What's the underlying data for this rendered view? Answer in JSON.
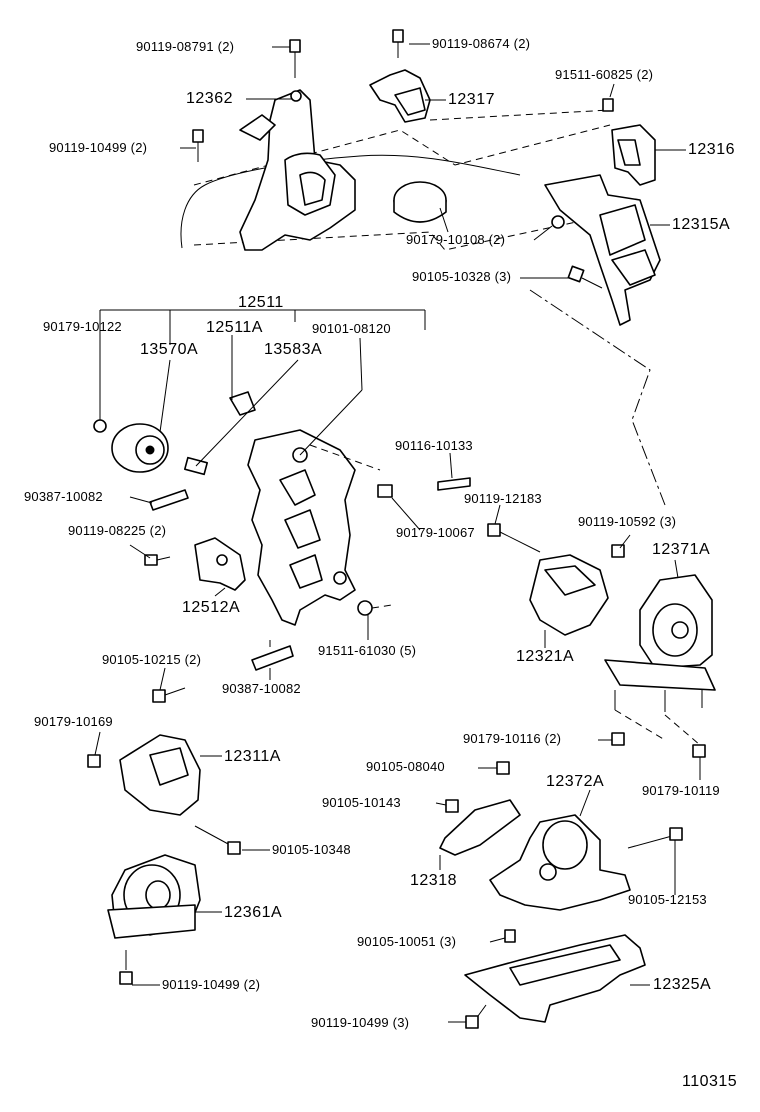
{
  "diagram": {
    "reference_code": "110315",
    "labels": {
      "p90119_08791": "90119-08791 (2)",
      "p90119_08674": "90119-08674 (2)",
      "p91511_60825": "91511-60825 (2)",
      "p12362": "12362",
      "p12317": "12317",
      "p90119_10499a": "90119-10499 (2)",
      "p12316": "12316",
      "p12315A": "12315A",
      "p90179_10108": "90179-10108 (2)",
      "p90105_10328": "90105-10328 (3)",
      "p12511": "12511",
      "p90179_10122": "90179-10122",
      "p12511A": "12511A",
      "p90101_08120": "90101-08120",
      "p13570A": "13570A",
      "p13583A": "13583A",
      "p90116_10133": "90116-10133",
      "p90387_10082a": "90387-10082",
      "p90179_10067": "90179-10067",
      "p90119_12183": "90119-12183",
      "p90119_08225": "90119-08225 (2)",
      "p90119_10592": "90119-10592 (3)",
      "p12371A": "12371A",
      "p12512A": "12512A",
      "p91511_61030": "91511-61030 (5)",
      "p12321A": "12321A",
      "p90105_10215": "90105-10215 (2)",
      "p90387_10082b": "90387-10082",
      "p90179_10169": "90179-10169",
      "p12311A": "12311A",
      "p90179_10116": "90179-10116 (2)",
      "p90105_08040": "90105-08040",
      "p12372A": "12372A",
      "p90179_10119": "90179-10119",
      "p90105_10143": "90105-10143",
      "p90105_10348": "90105-10348",
      "p12318": "12318",
      "p90105_12153": "90105-12153",
      "p12361A": "12361A",
      "p90105_10051": "90105-10051 (3)",
      "p90119_10499b": "90119-10499 (2)",
      "p12325A": "12325A",
      "p90119_10499c": "90119-10499 (3)"
    }
  }
}
